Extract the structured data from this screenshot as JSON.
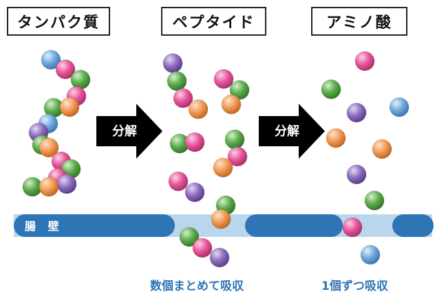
{
  "stages": {
    "protein": "タンパク質",
    "peptide": "ペプタイド",
    "amino_acid": "アミノ酸"
  },
  "arrows": {
    "first": "分解",
    "second": "分解"
  },
  "intestinal_wall": "腸 壁",
  "captions": {
    "left": "数個まとめて吸収",
    "right": "1個ずつ吸収"
  },
  "colors": {
    "wall": "#2e75b6",
    "wall_gap": "#b9d6ec",
    "caption": "#2e75b6",
    "arrow": "#000000",
    "ball_blue": "#6fa8dc",
    "ball_pink": "#e8559a",
    "ball_green": "#5cab4b",
    "ball_orange": "#f19a55",
    "ball_purple": "#8e6bbf"
  },
  "legend": {
    "colors_used": [
      "blue",
      "pink",
      "green",
      "orange",
      "purple"
    ]
  }
}
